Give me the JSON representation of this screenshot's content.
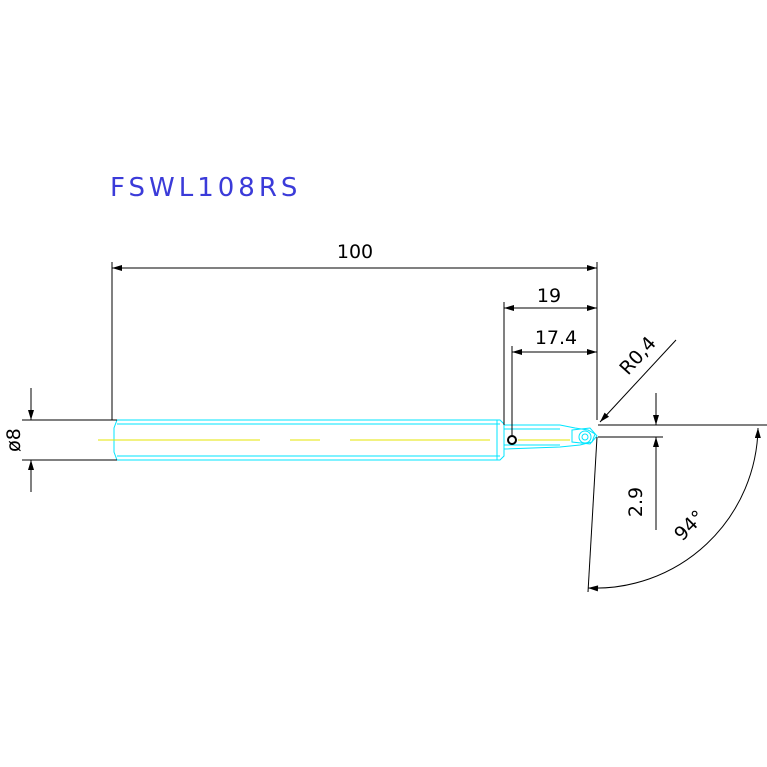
{
  "title": "FSWL108RS",
  "dimensions": {
    "overall_length": "100",
    "head_length": "19",
    "hole_distance": "17.4",
    "nose_radius": "R0,4",
    "diameter": "ø8",
    "offset": "2.9",
    "angle": "94°"
  },
  "colors": {
    "background": "#ffffff",
    "title": "#3b3bd9",
    "dimension": "#000000",
    "tool_outline": "#00e5ff",
    "centerline": "#e5e500"
  }
}
